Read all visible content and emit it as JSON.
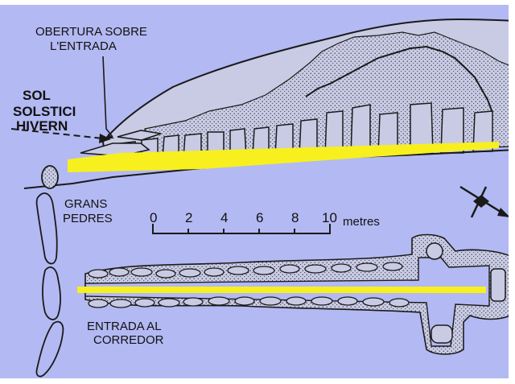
{
  "labels": {
    "opening_line1": "OBERTURA SOBRE",
    "opening_line2": "L'ENTRADA",
    "sun_line1": "SOL",
    "sun_line2": "SOLSTICI",
    "sun_line3": "HIVERN",
    "stones_line1": "GRANS",
    "stones_line2": "PEDRES",
    "corridor_line1": "ENTRADA AL",
    "corridor_line2": "CORREDOR"
  },
  "scale_bar": {
    "ticks": [
      "0",
      "2",
      "4",
      "6",
      "8",
      "10"
    ],
    "unit": "metres"
  },
  "colors": {
    "background": "#b3b9f2",
    "mound": "#c9cbe4",
    "outline": "#1a1a1a",
    "sunbeam": "#f7f01e"
  },
  "icons": {
    "compass": "north-arrow-icon"
  }
}
